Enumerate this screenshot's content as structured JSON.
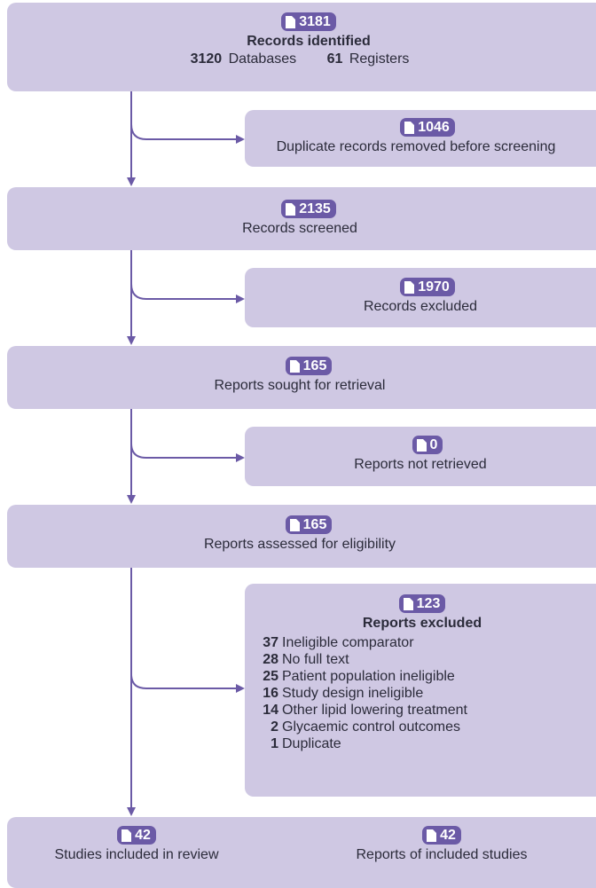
{
  "identification": {
    "count": "3181",
    "title": "Records identified",
    "databases_count": "3120",
    "databases_label": "Databases",
    "registers_count": "61",
    "registers_label": "Registers"
  },
  "duplicates": {
    "count": "1046",
    "label": "Duplicate records removed before screening"
  },
  "screened": {
    "count": "2135",
    "label": "Records screened"
  },
  "excluded_records": {
    "count": "1970",
    "label": "Records excluded"
  },
  "sought": {
    "count": "165",
    "label": "Reports sought for retrieval"
  },
  "not_retrieved": {
    "count": "0",
    "label": "Reports not retrieved"
  },
  "assessed": {
    "count": "165",
    "label": "Reports assessed for eligibility"
  },
  "excluded_reports": {
    "count": "123",
    "title": "Reports excluded",
    "reasons": [
      {
        "n": "37",
        "label": "Ineligible comparator"
      },
      {
        "n": "28",
        "label": "No full text"
      },
      {
        "n": "25",
        "label": "Patient population ineligible"
      },
      {
        "n": "16",
        "label": "Study design ineligible"
      },
      {
        "n": "14",
        "label": "Other lipid lowering treatment"
      },
      {
        "n": "2",
        "label": "Glycaemic control outcomes"
      },
      {
        "n": "1",
        "label": "Duplicate"
      }
    ]
  },
  "included": {
    "studies_count": "42",
    "studies_label": "Studies included in review",
    "reports_count": "42",
    "reports_label": "Reports of included studies"
  },
  "colors": {
    "box": "#cfc8e3",
    "badge": "#6b5aa6",
    "arrow": "#6b5aa6",
    "text": "#2b2b3a"
  },
  "icons": {
    "badge_icon": "document-icon"
  }
}
